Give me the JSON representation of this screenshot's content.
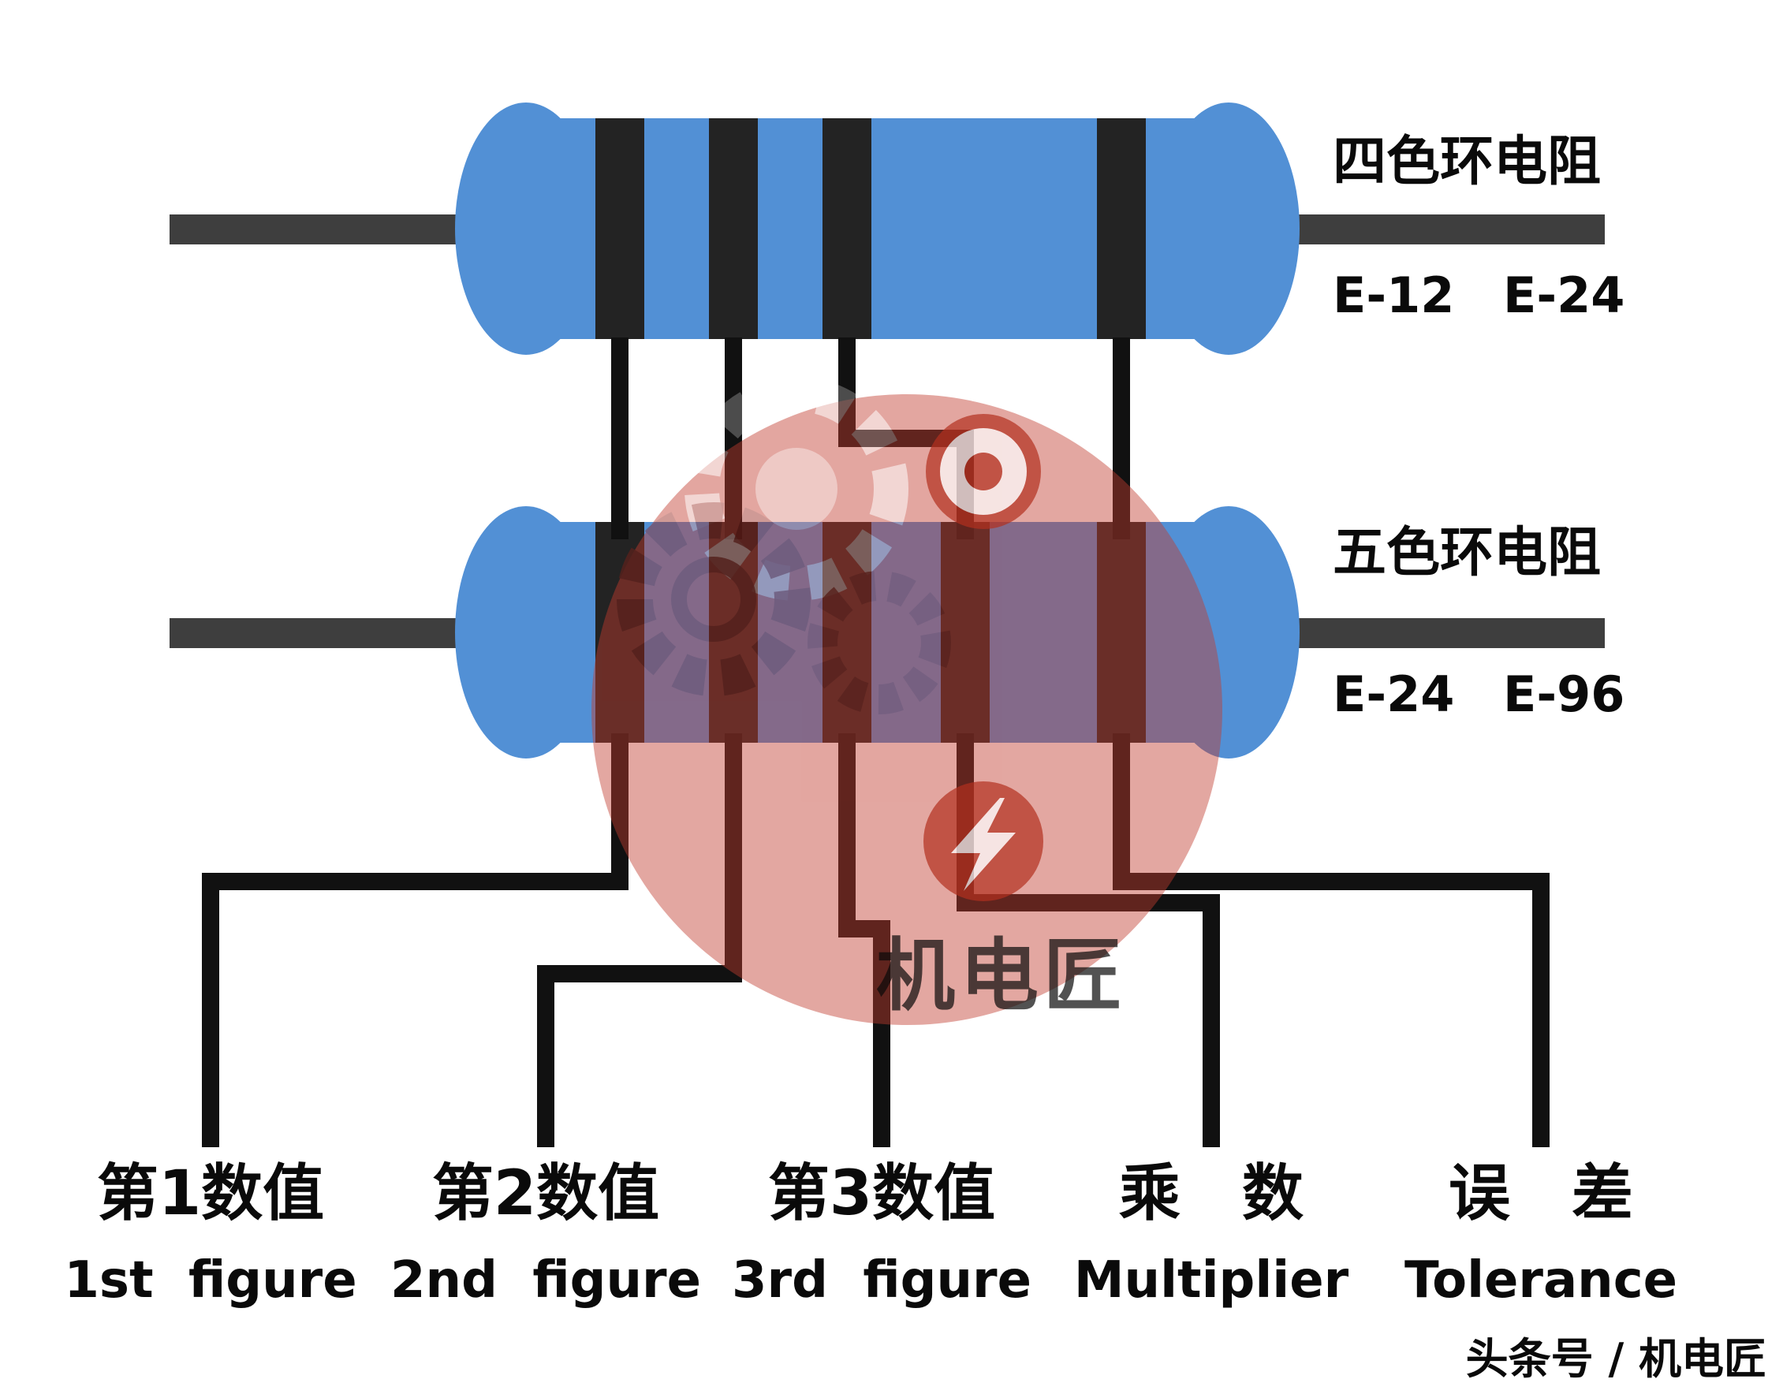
{
  "page": {
    "background": "#ffffff"
  },
  "colors": {
    "resistor_body": "#5290d5",
    "band": "#232323",
    "lead": "#3e3e3e",
    "line": "#111111",
    "text": "#0a0a0a",
    "watermark_red": "#c23b2e",
    "watermark_dark_red": "#b3301f",
    "credit_gray": "#9a9a9a"
  },
  "four_band_resistor": {
    "label": "四色环电阻",
    "series": [
      "E-12",
      "E-24"
    ],
    "band_count": 4,
    "bands": [
      "1st figure",
      "2nd figure",
      "Multiplier",
      "Tolerance"
    ]
  },
  "five_band_resistor": {
    "label": "五色环电阻",
    "series": [
      "E-24",
      "E-96"
    ],
    "band_count": 5,
    "bands": [
      "1st figure",
      "2nd figure",
      "3rd figure",
      "Multiplier",
      "Tolerance"
    ]
  },
  "band_labels": [
    {
      "zh": "第1数值",
      "en": "1st figure"
    },
    {
      "zh": "第2数值",
      "en": "2nd figure"
    },
    {
      "zh": "第3数值",
      "en": "3rd figure"
    },
    {
      "zh": "乘　数",
      "en": "Multiplier"
    },
    {
      "zh": "误　差",
      "en": "Tolerance"
    }
  ],
  "watermark": {
    "logo_text": "机电匠"
  },
  "credit": "头条号 / 机电匠"
}
